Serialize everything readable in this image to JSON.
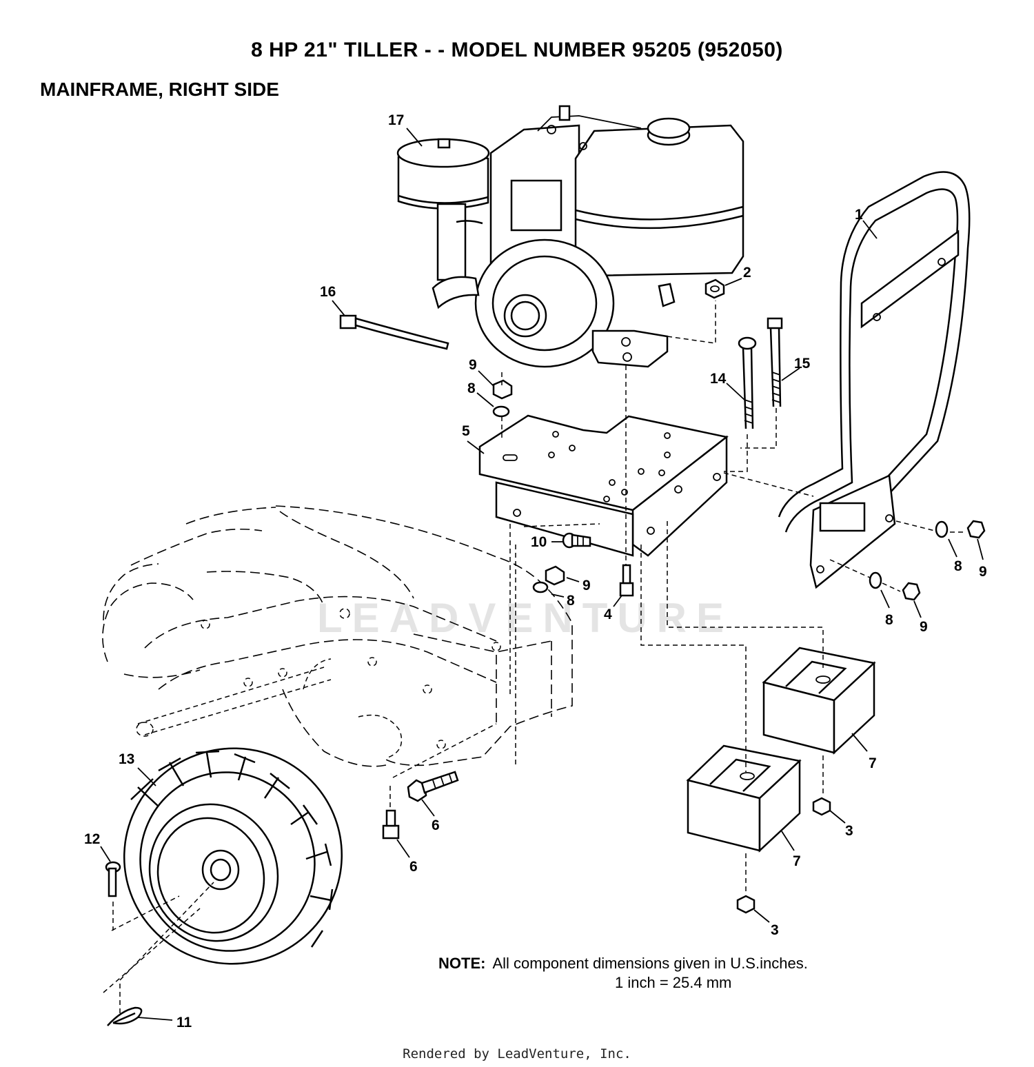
{
  "header": {
    "title": "8 HP  21\" TILLER - - MODEL NUMBER 95205 (952050)",
    "subtitle": "MAINFRAME, RIGHT SIDE"
  },
  "note": {
    "label": "NOTE:",
    "line1": "All component dimensions given in U.S.inches.",
    "line2": "1 inch = 25.4 mm"
  },
  "watermark": "LEADVENTURE",
  "footer": "Rendered by LeadVenture, Inc.",
  "callouts": {
    "c1": "1",
    "c2": "2",
    "c3a": "3",
    "c3b": "3",
    "c4": "4",
    "c5": "5",
    "c6a": "6",
    "c6b": "6",
    "c7a": "7",
    "c7b": "7",
    "c8a": "8",
    "c8b": "8",
    "c8c": "8",
    "c8d": "8",
    "c9a": "9",
    "c9b": "9",
    "c9c": "9",
    "c9d": "9",
    "c10": "10",
    "c11": "11",
    "c12": "12",
    "c13": "13",
    "c14": "14",
    "c15": "15",
    "c16": "16",
    "c17": "17"
  }
}
